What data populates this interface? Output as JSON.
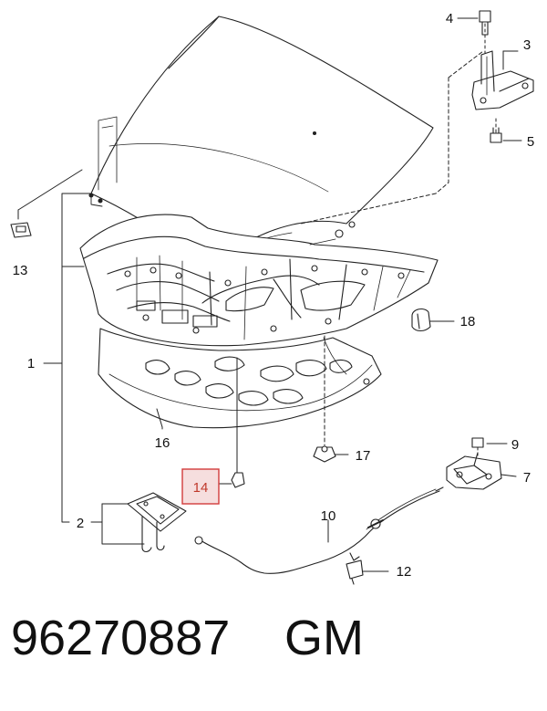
{
  "callouts": [
    {
      "id": "c1",
      "label": "1"
    },
    {
      "id": "c2",
      "label": "2"
    },
    {
      "id": "c3",
      "label": "3"
    },
    {
      "id": "c4",
      "label": "4"
    },
    {
      "id": "c5",
      "label": "5"
    },
    {
      "id": "c7",
      "label": "7"
    },
    {
      "id": "c9",
      "label": "9"
    },
    {
      "id": "c10",
      "label": "10"
    },
    {
      "id": "c12",
      "label": "12"
    },
    {
      "id": "c13",
      "label": "13"
    },
    {
      "id": "c14",
      "label": "14",
      "highlighted": true
    },
    {
      "id": "c16",
      "label": "16"
    },
    {
      "id": "c17",
      "label": "17"
    },
    {
      "id": "c18",
      "label": "18"
    }
  ],
  "footer": {
    "part_number": "96270887",
    "brand": "GM"
  },
  "colors": {
    "line": "#222222",
    "highlight_box_fill": "#f6dede",
    "highlight_box_stroke": "#d23b3b",
    "highlight_text": "#c0392b"
  }
}
